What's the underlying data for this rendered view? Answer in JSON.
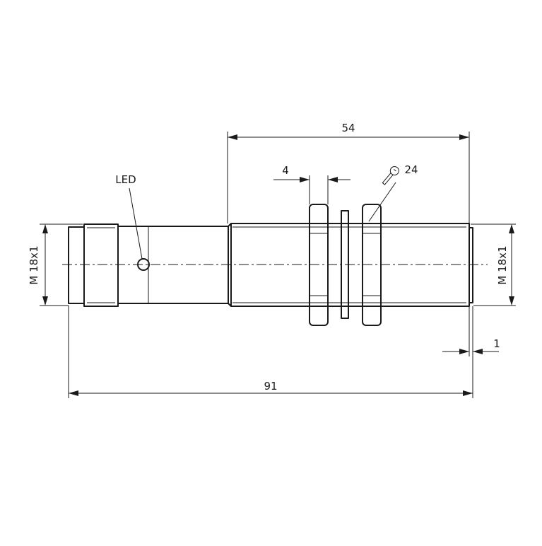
{
  "labels": {
    "led": "LED",
    "thread_left": "M 18x1",
    "thread_right": "M 18x1",
    "dim_total": "91",
    "dim_thread": "54",
    "dim_nut": "4",
    "dim_wrench": "24",
    "dim_tip": "1"
  },
  "icons": {
    "wrench": "wrench-icon"
  },
  "colors": {
    "line": "#1a1a1a",
    "background": "#ffffff"
  }
}
